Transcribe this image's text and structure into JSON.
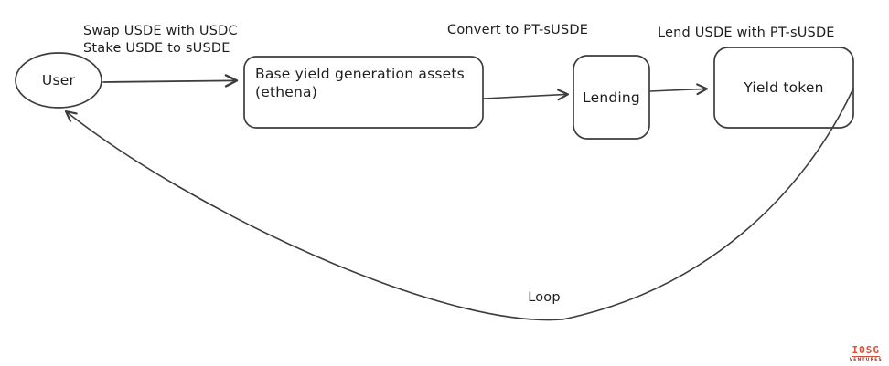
{
  "nodes": {
    "user": {
      "label": "User",
      "shape": "ellipse"
    },
    "base_assets": {
      "line1": "Base yield generation assets",
      "line2": "(ethena)",
      "shape": "rounded-rect"
    },
    "lending": {
      "label": "Lending",
      "shape": "rounded-rect"
    },
    "yield_token": {
      "label": "Yield token",
      "shape": "rounded-rect"
    }
  },
  "edges": {
    "user_to_base": {
      "from": "user",
      "to": "base_assets",
      "label_line1": "Swap USDE with USDC",
      "label_line2": "Stake USDE to sUSDE"
    },
    "base_to_lending": {
      "from": "base_assets",
      "to": "lending",
      "label": "Convert to PT-sUSDE"
    },
    "lending_to_yield": {
      "from": "lending",
      "to": "yield_token",
      "label": "Lend USDE with PT-sUSDE"
    },
    "yield_to_user": {
      "from": "yield_token",
      "to": "user",
      "label": "Loop"
    }
  },
  "logo": {
    "brand": "IOSG",
    "subtitle": "VENTURES"
  },
  "colors": {
    "stroke": "#3d3d3d",
    "text": "#1e1e1e",
    "background": "#ffffff",
    "logo_red": "#d85038",
    "logo_dark": "#8a4038"
  }
}
